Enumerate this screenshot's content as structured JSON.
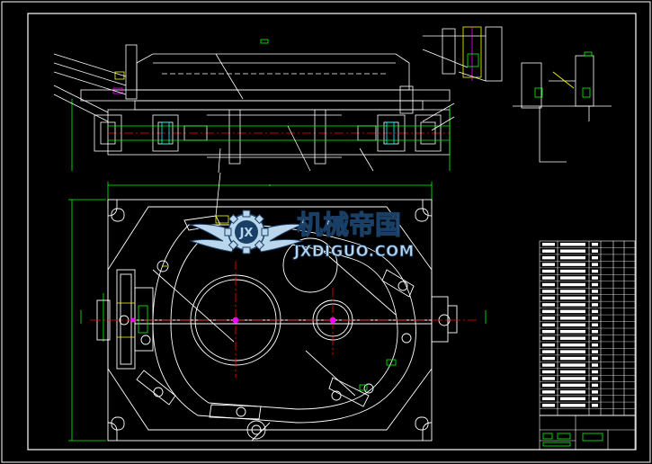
{
  "watermark": {
    "title": "机械帝国",
    "url": "JXDIGUO.COM",
    "logo_letters": "JX",
    "color": "#b9d6ec",
    "dark": "#1a3f66"
  },
  "colors": {
    "background": "#000000",
    "outline": "#ffffff",
    "dimension": "#00ff00",
    "centerline": "#ff0000",
    "accent": "#ff00ff",
    "highlight": "#ffff00",
    "leader": "#00ffff"
  }
}
